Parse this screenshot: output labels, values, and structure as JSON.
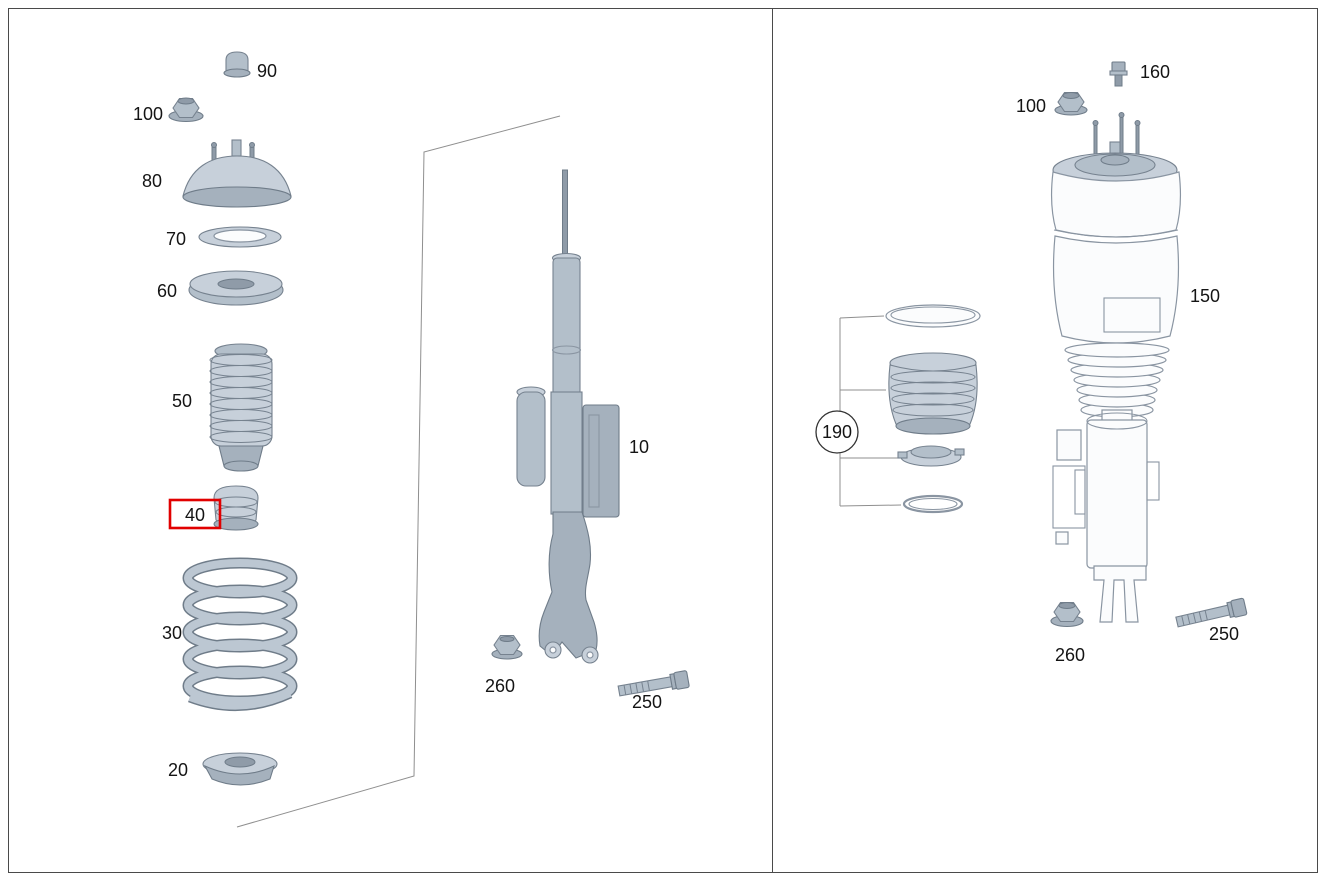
{
  "diagram_type": "exploded-parts-diagram",
  "selected_part": "40",
  "colors": {
    "highlight": "#e10000",
    "label_text": "#141414",
    "part_outline": "#76828f",
    "part_fill": "#c7d0da",
    "outline_fill": "#fbfcfd",
    "frame_line": "#8f8f8f"
  },
  "left_panel": {
    "callouts": {
      "n90": "90",
      "n100": "100",
      "n80": "80",
      "n70": "70",
      "n60": "60",
      "n50": "50",
      "n40": "40",
      "n30": "30",
      "n20": "20",
      "n10": "10",
      "n260": "260",
      "n250": "250"
    }
  },
  "right_panel": {
    "callouts": {
      "n160": "160",
      "n100": "100",
      "n150": "150",
      "n190": "190",
      "n250": "250",
      "n260": "260"
    }
  }
}
